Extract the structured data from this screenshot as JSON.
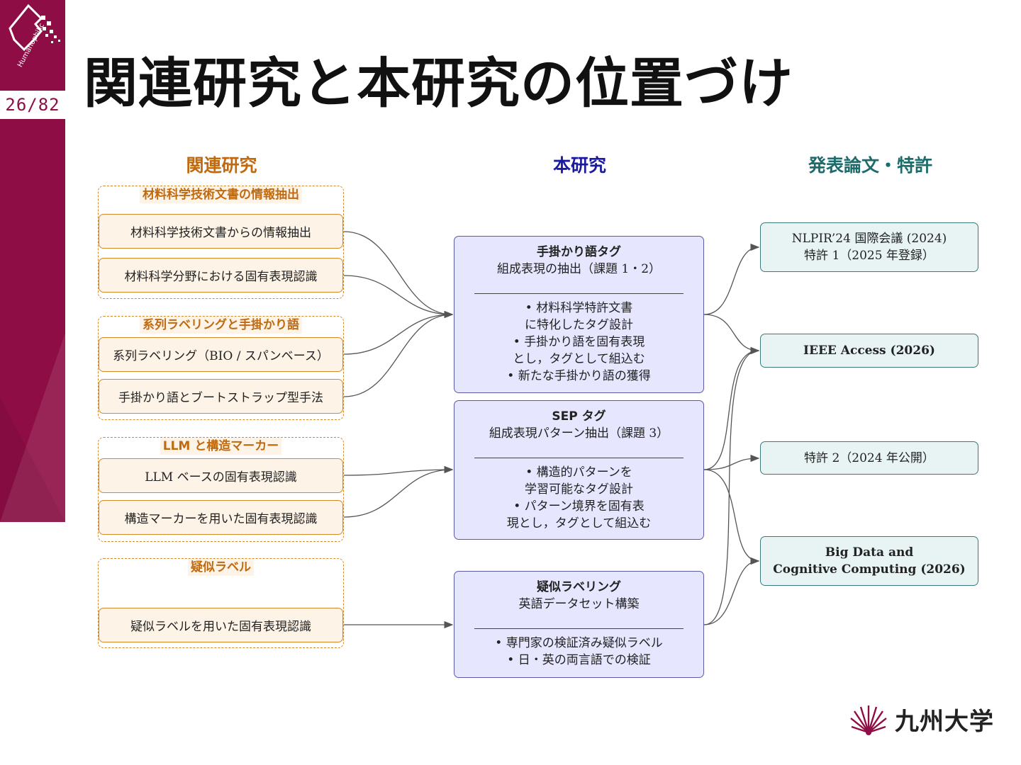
{
  "slide": {
    "page_number": "26/82",
    "title": "関連研究と本研究の位置づけ",
    "sidebar_logo_text": "Humanophilic"
  },
  "colors": {
    "sidebar": "#8e0d44",
    "related": "#c06a10",
    "main": "#1a1aa0",
    "pubs": "#1e6b6b"
  },
  "columns": {
    "related": "関連研究",
    "main": "本研究",
    "pubs": "発表論文・特許"
  },
  "related_groups": [
    {
      "title": "材料科学技術文書の情報抽出",
      "items": [
        "材料科学技術文書からの情報抽出",
        "材料科学分野における固有表現認識"
      ]
    },
    {
      "title": "系列ラベリングと手掛かり語",
      "items": [
        "系列ラベリング（BIO / スパンベース）",
        "手掛かり語とブートストラップ型手法"
      ]
    },
    {
      "title": "LLM と構造マーカー",
      "items": [
        "LLM ベースの固有表現認識",
        "構造マーカーを用いた固有表現認識"
      ]
    },
    {
      "title": "疑似ラベル",
      "items": [
        "疑似ラベルを用いた固有表現認識"
      ]
    }
  ],
  "main_boxes": [
    {
      "title": "手掛かり語タグ",
      "subtitle": "組成表現の抽出（課題 1・2）",
      "lines": [
        "• 材料科学特許文書",
        "に特化したタグ設計",
        "• 手掛かり語を固有表現",
        "とし，タグとして組込む",
        "• 新たな手掛かり語の獲得"
      ]
    },
    {
      "title": "SEP タグ",
      "subtitle": "組成表現パターン抽出（課題 3）",
      "lines": [
        "• 構造的パターンを",
        "学習可能なタグ設計",
        "• パターン境界を固有表",
        "現とし，タグとして組込む"
      ]
    },
    {
      "title": "疑似ラベリング",
      "subtitle": "英語データセット構築",
      "lines": [
        "• 専門家の検証済み疑似ラベル",
        "• 日・英の両言語での検証"
      ]
    }
  ],
  "publications": [
    {
      "lines": [
        "NLPIR’24 国際会議 (2024)",
        "特許 1（2025 年登録）"
      ]
    },
    {
      "lines": [
        "IEEE Access (2026)"
      ]
    },
    {
      "lines": [
        "特許 2（2024 年公開）"
      ]
    },
    {
      "lines": [
        "Big Data and",
        "Cognitive Computing (2026)"
      ]
    }
  ],
  "university": {
    "name": "九州大学",
    "emblem": "university-emblem"
  }
}
